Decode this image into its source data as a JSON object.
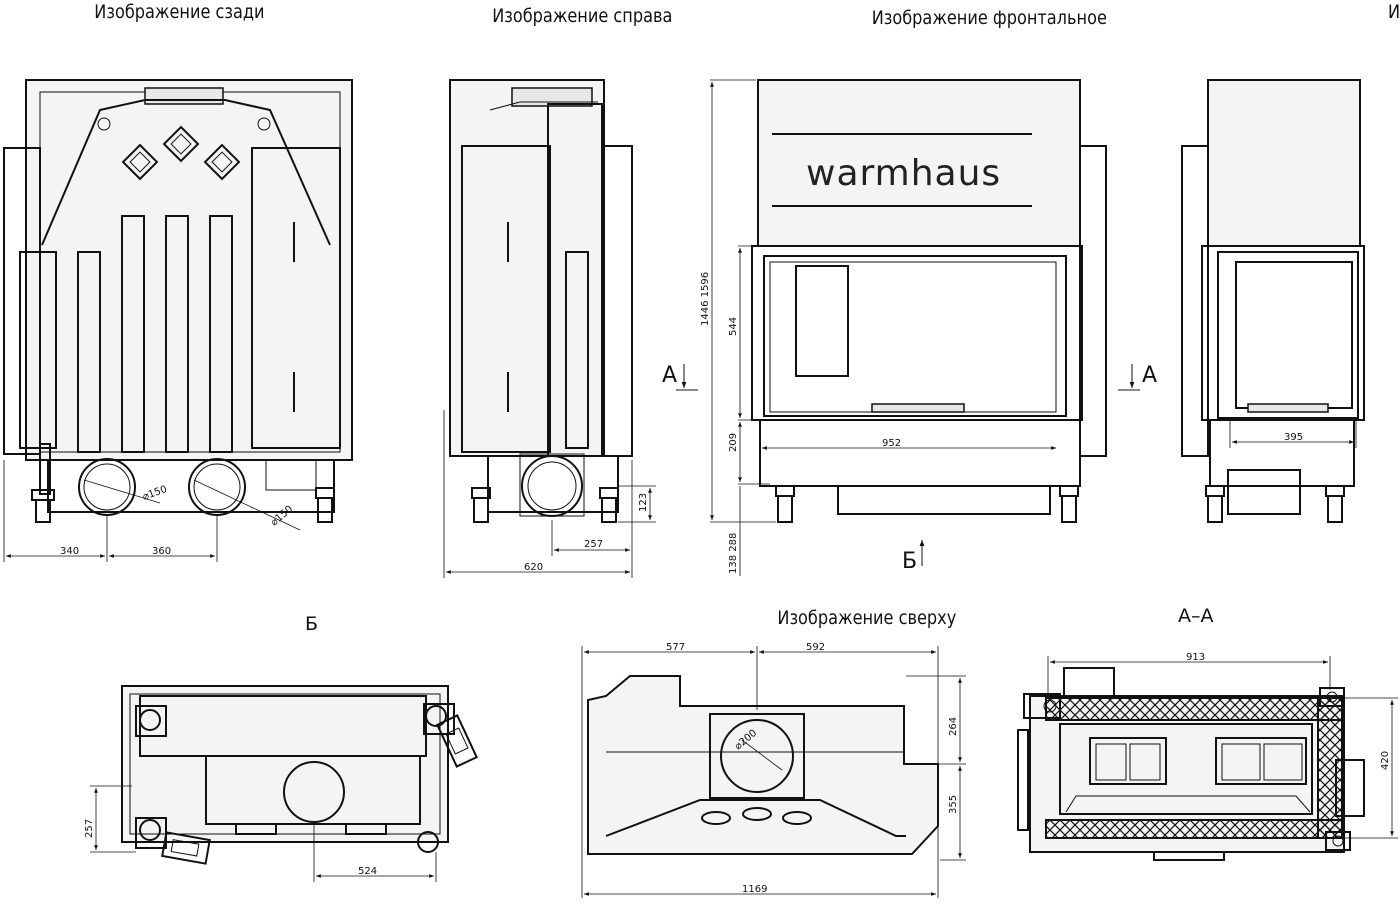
{
  "views": {
    "rear": "Изображение сзади",
    "right": "Изображение справа",
    "front": "Изображение фронтальное",
    "left": "Изображение слева",
    "b_view": "Б",
    "top": "Изображение сверху",
    "section": "А–А"
  },
  "brand": "warmhaus",
  "markers": {
    "a_left": "А",
    "a_right": "А",
    "b_front": "Б"
  },
  "dims": {
    "rear_340": "340",
    "rear_360": "360",
    "rear_d150_a": "⌀150",
    "rear_d150_b": "⌀150",
    "right_620": "620",
    "right_257": "257",
    "right_123": "123",
    "front_1446_1596": "1446  1596",
    "front_544": "544",
    "front_209": "209",
    "front_138_288": "138  288",
    "front_952": "952",
    "left_395": "395",
    "b_257": "257",
    "b_524": "524",
    "top_577": "577",
    "top_592": "592",
    "top_1169": "1169",
    "top_264": "264",
    "top_355": "355",
    "top_d200": "⌀200",
    "sec_913": "913",
    "sec_420": "420"
  }
}
